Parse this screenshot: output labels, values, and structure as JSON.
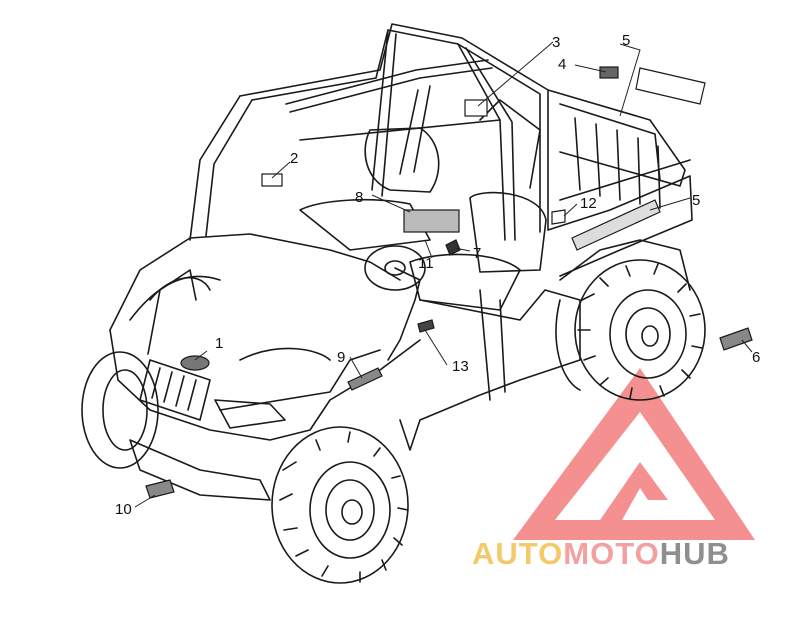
{
  "diagram": {
    "callouts": [
      "1",
      "2",
      "3",
      "4",
      "5",
      "5",
      "6",
      "7",
      "8",
      "9",
      "10",
      "11",
      "12",
      "13"
    ]
  },
  "watermark": {
    "part1": "AUTO",
    "part2": "MOTO",
    "part3": "HUB",
    "color_auto": "#f3c96a",
    "color_moto": "#f3a0a0",
    "color_hub": "#8f8f8f",
    "color_triangle": "#f26b6b"
  }
}
